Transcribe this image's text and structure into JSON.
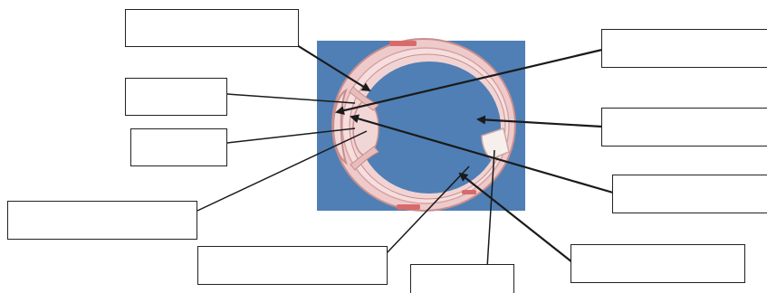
{
  "diagram": {
    "subject": "eye-cross-section",
    "colors": {
      "background_panel": "#4f7fb5",
      "sclera_outer": "#efcaca",
      "sclera_stroke": "#c78e8e",
      "inner_layer": "#f6dede",
      "accent_red": "#d96a6a",
      "optic_nerve": "#f7efec",
      "lines": "#1a1a1a"
    },
    "label_boxes": [
      {
        "id": "box-top-left",
        "text": ""
      },
      {
        "id": "box-left-upper",
        "text": ""
      },
      {
        "id": "box-left-middle",
        "text": ""
      },
      {
        "id": "box-left-lower",
        "text": ""
      },
      {
        "id": "box-bottom-center-left",
        "text": ""
      },
      {
        "id": "box-bottom-center",
        "text": ""
      },
      {
        "id": "box-top-right",
        "text": ""
      },
      {
        "id": "box-right-upper",
        "text": ""
      },
      {
        "id": "box-right-middle",
        "text": ""
      },
      {
        "id": "box-bottom-right",
        "text": ""
      }
    ]
  }
}
